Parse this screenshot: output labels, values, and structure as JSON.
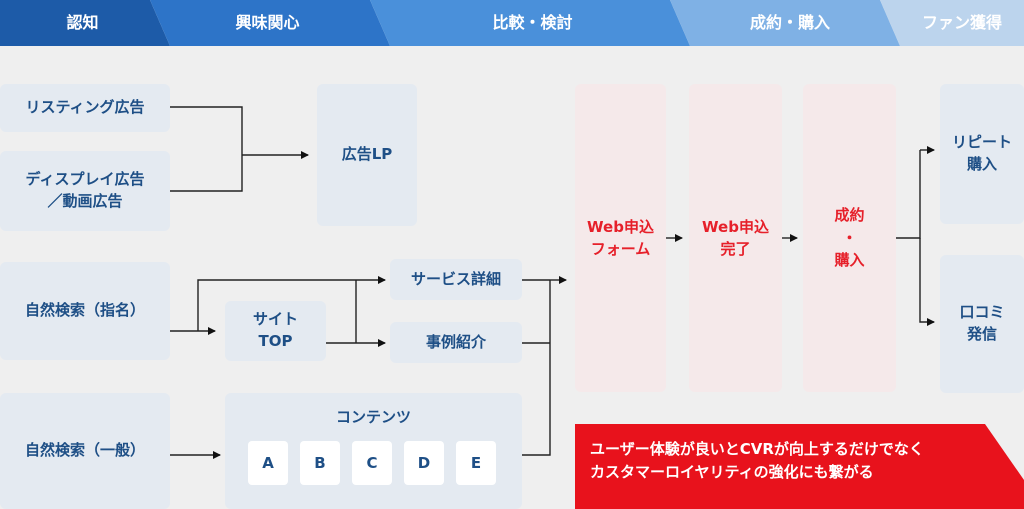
{
  "stages": [
    "認知",
    "興味関心",
    "比較・検討",
    "成約・購入",
    "ファン獲得"
  ],
  "stage_colors": [
    "#1d5ba8",
    "#2d74c8",
    "#4a90da",
    "#7fb1e5",
    "#bcd4ed"
  ],
  "nodes": {
    "listing_ad": "リスティング広告",
    "display_ad": "ディスプレイ広告\n／動画広告",
    "ad_lp": "広告LP",
    "search_branded": "自然検索（指名）",
    "site_top": "サイト\nTOP",
    "service_detail": "サービス詳細",
    "case_study": "事例紹介",
    "search_general": "自然検索（一般）",
    "contents_title": "コンテンツ",
    "contents_items": [
      "A",
      "B",
      "C",
      "D",
      "E"
    ],
    "web_form": "Web申込\nフォーム",
    "web_complete": "Web申込\n完了",
    "contract": "成約\n・\n購入",
    "repeat": "リピート\n購入",
    "review": "口コミ\n発信"
  },
  "banner": {
    "text": "ユーザー体験が良いとCVRが向上するだけでなく\nカスタマーロイヤリティの強化にも繋がる",
    "color": "#e8121c"
  }
}
